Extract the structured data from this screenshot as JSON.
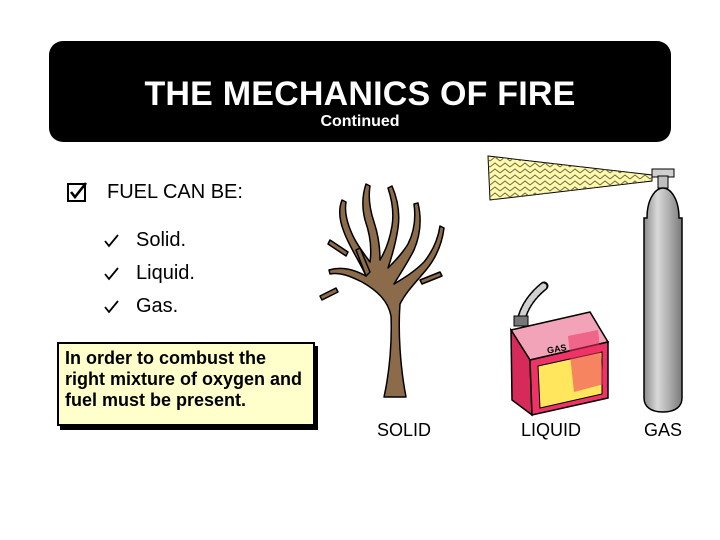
{
  "header": {
    "title": "THE MECHANICS OF FIRE",
    "subtitle": "Continued"
  },
  "main_bullet": {
    "icon": "checkbox-icon",
    "text": "FUEL CAN BE:"
  },
  "sub_bullets": [
    {
      "icon": "checkmark-icon",
      "text": "Solid."
    },
    {
      "icon": "checkmark-icon",
      "text": "Liquid."
    },
    {
      "icon": "checkmark-icon",
      "text": "Gas."
    }
  ],
  "note": {
    "text": "In order to combust the right mixture of oxygen and fuel must be present."
  },
  "illustrations": {
    "tree_caption": "SOLID",
    "can_caption": "LIQUID",
    "can_label": "GAS",
    "cylinder_caption": "GAS"
  },
  "colors": {
    "title_bar": "#000000",
    "note_background": "#ffffcc",
    "tree": "#8b6b4a",
    "can_body": "#ee3366",
    "can_panel": "#ffe65c",
    "cylinder": "#a9a9a9",
    "gas_plume": "#fff9b0"
  }
}
